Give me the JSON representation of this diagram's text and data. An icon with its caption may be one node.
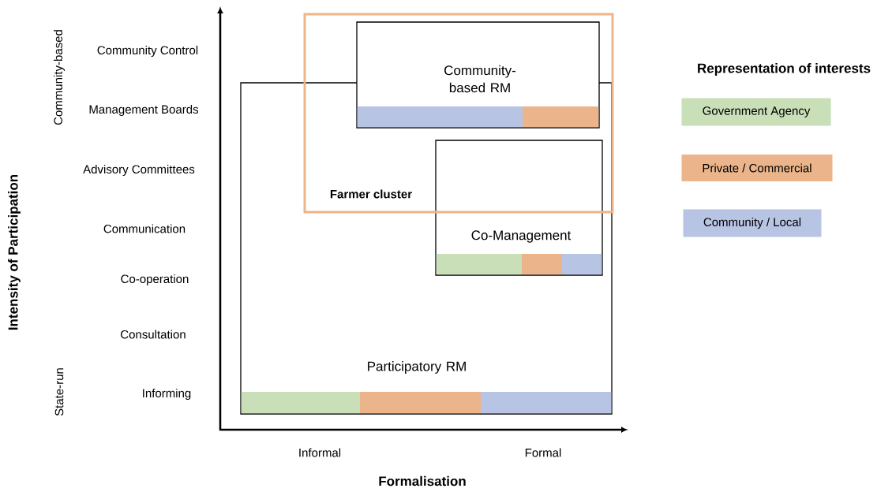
{
  "diagram": {
    "nodes": [
      {
        "text": [
          "Farmer cluster"
        ]
      },
      {
        "text": [
          "Community-based RM"
        ],
        "in": 0
      },
      {
        "text": [],
        "shape": "bar"
      },
      {
        "text": [],
        "shape": "bar"
      },
      {
        "text": [
          "Co-Management"
        ],
        "in": 8
      },
      {
        "text": [],
        "shape": "bar",
        "in": 4
      },
      {
        "text": [],
        "shape": "bar",
        "in": 4
      },
      {
        "text": [],
        "shape": "bar",
        "in": 4
      },
      {
        "text": [
          "Participatory RM"
        ]
      },
      {
        "text": [],
        "shape": "bar",
        "in": 8
      },
      {
        "text": [],
        "shape": "bar",
        "in": 8
      },
      {
        "text": [],
        "shape": "bar",
        "in": 8
      }
    ],
    "labels": [
      "Community-based",
      "Community Control",
      "Management Boards",
      "Advisory Committees",
      "Communication",
      "Co-operation",
      "Consultation",
      "State-run",
      "Informing",
      "Intensity of Participation",
      "Informal",
      "Formal",
      "Formalisation",
      "Representation of interests"
    ],
    "legend": [
      {
        "text": "Government Agency",
        "color": "#c9dfb8"
      },
      {
        "text": "Private / Commercial",
        "color": "#ebb48a"
      },
      {
        "text": "Community / Local",
        "color": "#b7c4e4"
      }
    ]
  }
}
